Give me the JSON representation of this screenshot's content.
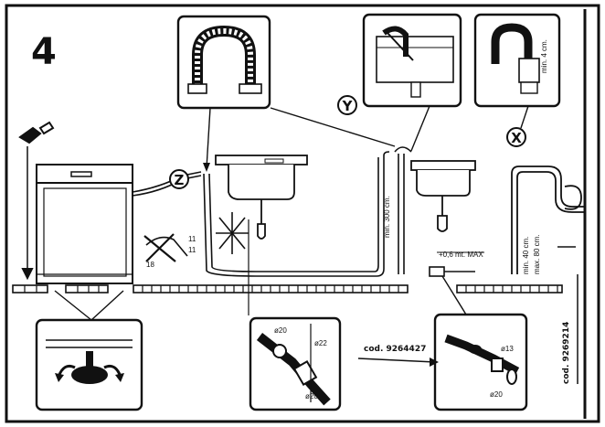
{
  "step_number": "4",
  "markers": {
    "z": "Z",
    "y": "Y",
    "x": "X"
  },
  "measurements": {
    "min_height": "min. 300 cm.",
    "max_height": "+0,6 mt. MAX",
    "min_40": "min. 40 cm.",
    "max_80": "max. 80 cm.",
    "dim_1": "11",
    "dim_2": "11",
    "dim_3": "18",
    "d20a": "ø20",
    "d22a": "ø22",
    "d20b": "ø20",
    "d13": "ø13",
    "d20c": "ø20",
    "inset_x_text": "min. 4 cm."
  },
  "codes": {
    "code_1": "cod. 9264427",
    "code_2": "cod. 9269214"
  }
}
